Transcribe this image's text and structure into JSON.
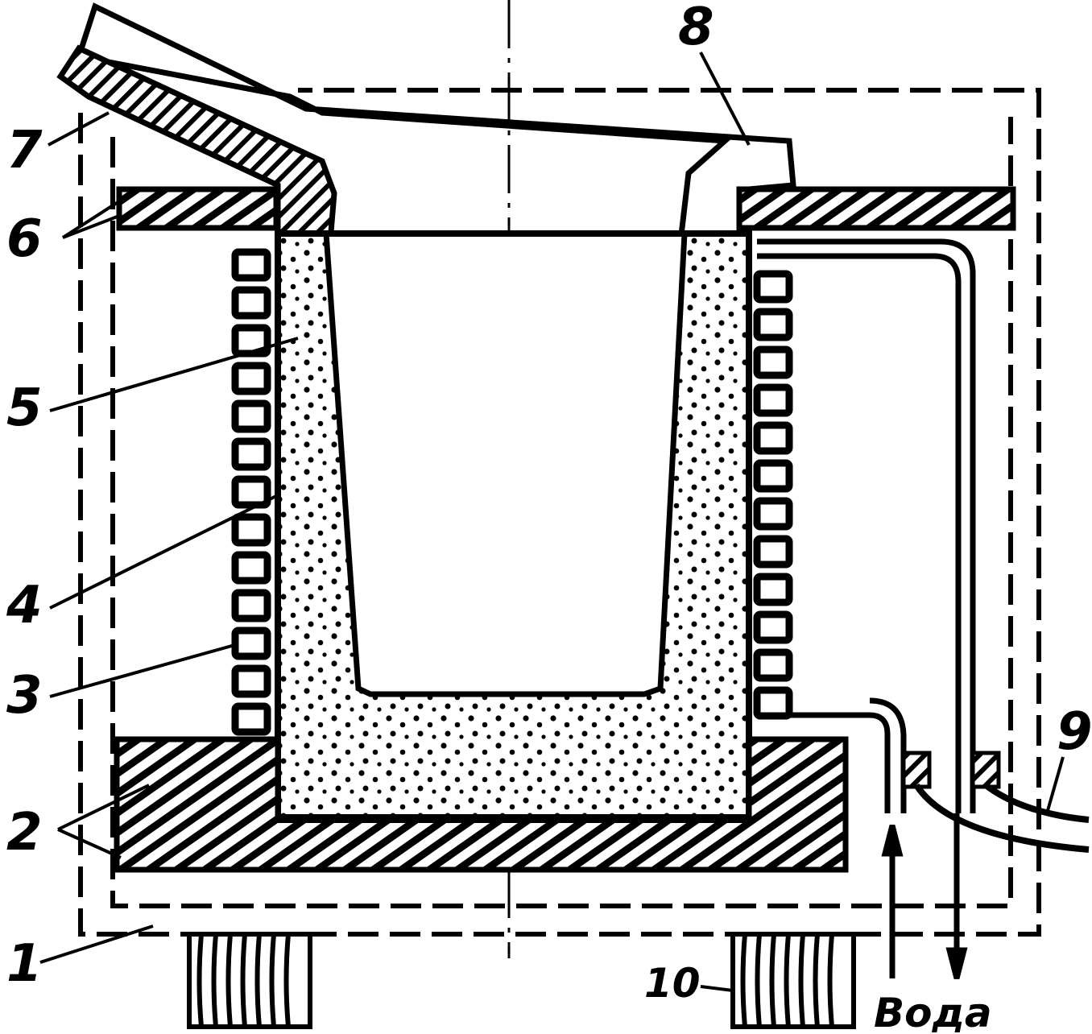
{
  "labels": {
    "l1": "1",
    "l2": "2",
    "l3": "3",
    "l4": "4",
    "l5": "5",
    "l6": "6",
    "l7": "7",
    "l8": "8",
    "l9": "9",
    "l10": "10",
    "water": "Вода"
  },
  "colors": {
    "ink": "#000000",
    "paper": "#ffffff"
  }
}
